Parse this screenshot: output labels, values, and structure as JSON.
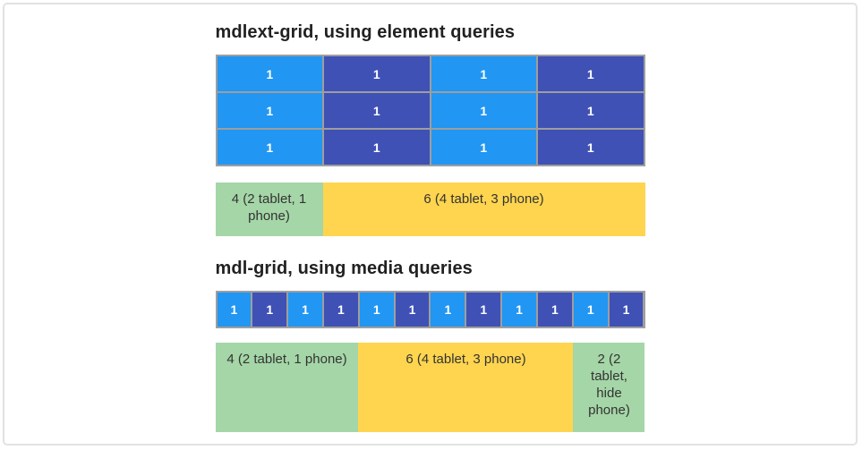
{
  "sections": [
    {
      "title": "mdlext-grid, using element queries",
      "unit_cells": [
        {
          "label": "1",
          "tone": "light"
        },
        {
          "label": "1",
          "tone": "dark"
        },
        {
          "label": "1",
          "tone": "light"
        },
        {
          "label": "1",
          "tone": "dark"
        },
        {
          "label": "1",
          "tone": "light"
        },
        {
          "label": "1",
          "tone": "dark"
        },
        {
          "label": "1",
          "tone": "light"
        },
        {
          "label": "1",
          "tone": "dark"
        },
        {
          "label": "1",
          "tone": "light"
        },
        {
          "label": "1",
          "tone": "dark"
        },
        {
          "label": "1",
          "tone": "light"
        },
        {
          "label": "1",
          "tone": "dark"
        }
      ],
      "summary_cells": [
        {
          "label": "4 (2 tablet, 1 phone)",
          "color": "green"
        },
        {
          "label": "6 (4 tablet, 3 phone)",
          "color": "yellow"
        }
      ]
    },
    {
      "title": "mdl-grid, using media queries",
      "unit_cells": [
        {
          "label": "1",
          "tone": "light"
        },
        {
          "label": "1",
          "tone": "dark"
        },
        {
          "label": "1",
          "tone": "light"
        },
        {
          "label": "1",
          "tone": "dark"
        },
        {
          "label": "1",
          "tone": "light"
        },
        {
          "label": "1",
          "tone": "dark"
        },
        {
          "label": "1",
          "tone": "light"
        },
        {
          "label": "1",
          "tone": "dark"
        },
        {
          "label": "1",
          "tone": "light"
        },
        {
          "label": "1",
          "tone": "dark"
        },
        {
          "label": "1",
          "tone": "light"
        },
        {
          "label": "1",
          "tone": "dark"
        }
      ],
      "summary_cells": [
        {
          "label": "4 (2 tablet, 1 phone)",
          "color": "green"
        },
        {
          "label": "6 (4 tablet, 3 phone)",
          "color": "yellow"
        },
        {
          "label": "2 (2 tablet, hide phone)",
          "color": "green"
        }
      ]
    }
  ],
  "colors": {
    "cell_light_blue": "#2196F3",
    "cell_dark_blue": "#3F51B5",
    "grid_line_gray": "#9E9E9E",
    "summary_green": "#A5D6A7",
    "summary_yellow": "#FFD54F",
    "card_border": "#E2E2E2",
    "unit_cell_text": "#FFFFFF",
    "summary_label_text": "#333333",
    "heading_text": "#212121"
  }
}
